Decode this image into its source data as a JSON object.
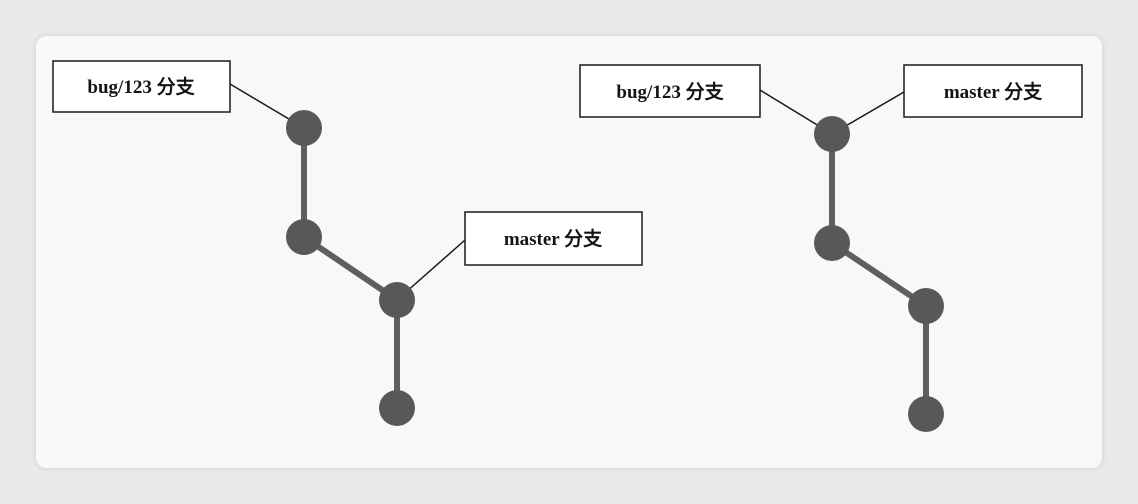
{
  "diagrams": [
    {
      "labels": {
        "bug_branch": "bug/123 分支",
        "master_branch": "master 分支"
      }
    },
    {
      "labels": {
        "bug_branch": "bug/123 分支",
        "master_branch": "master 分支"
      }
    }
  ],
  "colors": {
    "commit_fill": "#585858",
    "commit_edge": "#5f5f5f",
    "label_border": "#1a1a1a",
    "label_bg": "#ffffff",
    "background": "#f8f8f6"
  }
}
